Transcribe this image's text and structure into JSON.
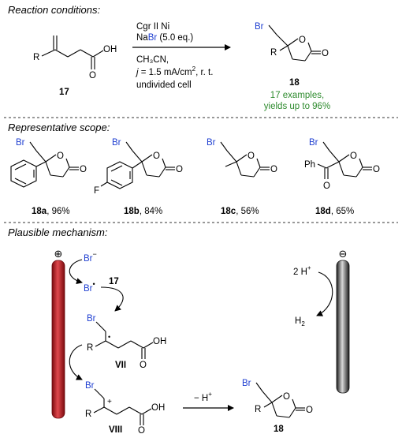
{
  "sections": {
    "conditions_title": "Reaction conditions:",
    "scope_title": "Representative scope:",
    "mechanism_title": "Plausible mechanism:"
  },
  "conditions": {
    "catalyst": "Cgr II Ni",
    "reagent_prefix": "Na",
    "reagent_br": "Br",
    "reagent_suffix": " (5.0 eq.)",
    "solvent": "CH₃CN,",
    "current_j": "j",
    "current_eq": " = 1.5 mA/cm",
    "current_sup": "2",
    "current_rest": ", r. t.",
    "cell": "undivided cell",
    "examples_line1": "17 examples,",
    "examples_line2": "yields up to 96%"
  },
  "atoms": {
    "br": "Br",
    "o": "O",
    "oh": "OH",
    "r": "R",
    "f": "F",
    "ph": "Ph",
    "h2": "H",
    "h2_sub": "2",
    "two_h": "2 H",
    "plus": "+",
    "minus": "−",
    "dot": "•",
    "minus_h": "− H"
  },
  "compounds": {
    "c17": "17",
    "c18": "18",
    "c18a_id": "18a",
    "c18a_yield": ", 96%",
    "c18b_id": "18b",
    "c18b_yield": ", 84%",
    "c18c_id": "18c",
    "c18c_yield": ", 56%",
    "c18d_id": "18d",
    "c18d_yield": ", 65%",
    "c7": "VII",
    "c8": "VIII"
  },
  "electrodes": {
    "anode_sign": "⊕",
    "cathode_sign": "⊖",
    "anode_color": "#b3161b",
    "cathode_color": "#444444"
  },
  "colors": {
    "bromine": "#1f3fd1",
    "highlight_green": "#2e8b2e"
  }
}
